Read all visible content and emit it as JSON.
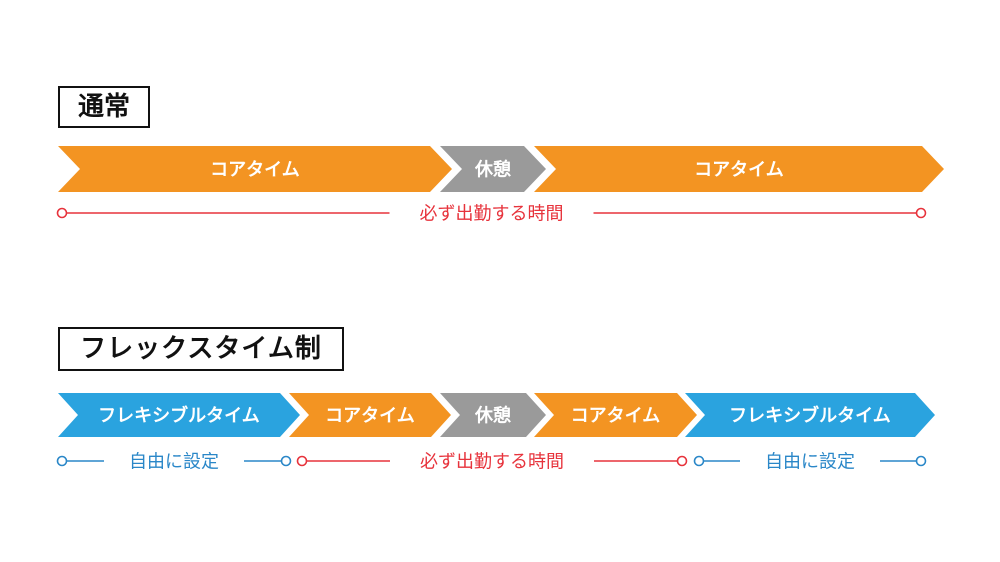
{
  "colors": {
    "core": "#f39422",
    "break": "#9a9a9a",
    "flexible": "#2aa3df",
    "required_line": "#e7333c",
    "free_line": "#2a87c8"
  },
  "normal": {
    "title": "通常",
    "segments": [
      {
        "label": "コアタイム",
        "kind": "core"
      },
      {
        "label": "休憩",
        "kind": "break"
      },
      {
        "label": "コアタイム",
        "kind": "core"
      }
    ],
    "ranges": [
      {
        "label": "必ず出勤する時間",
        "kind": "required"
      }
    ]
  },
  "flextime": {
    "title": "フレックスタイム制",
    "segments": [
      {
        "label": "フレキシブルタイム",
        "kind": "flexible"
      },
      {
        "label": "コアタイム",
        "kind": "core"
      },
      {
        "label": "休憩",
        "kind": "break"
      },
      {
        "label": "コアタイム",
        "kind": "core"
      },
      {
        "label": "フレキシブルタイム",
        "kind": "flexible"
      }
    ],
    "ranges": [
      {
        "label": "自由に設定",
        "kind": "free"
      },
      {
        "label": "必ず出勤する時間",
        "kind": "required"
      },
      {
        "label": "自由に設定",
        "kind": "free"
      }
    ]
  }
}
